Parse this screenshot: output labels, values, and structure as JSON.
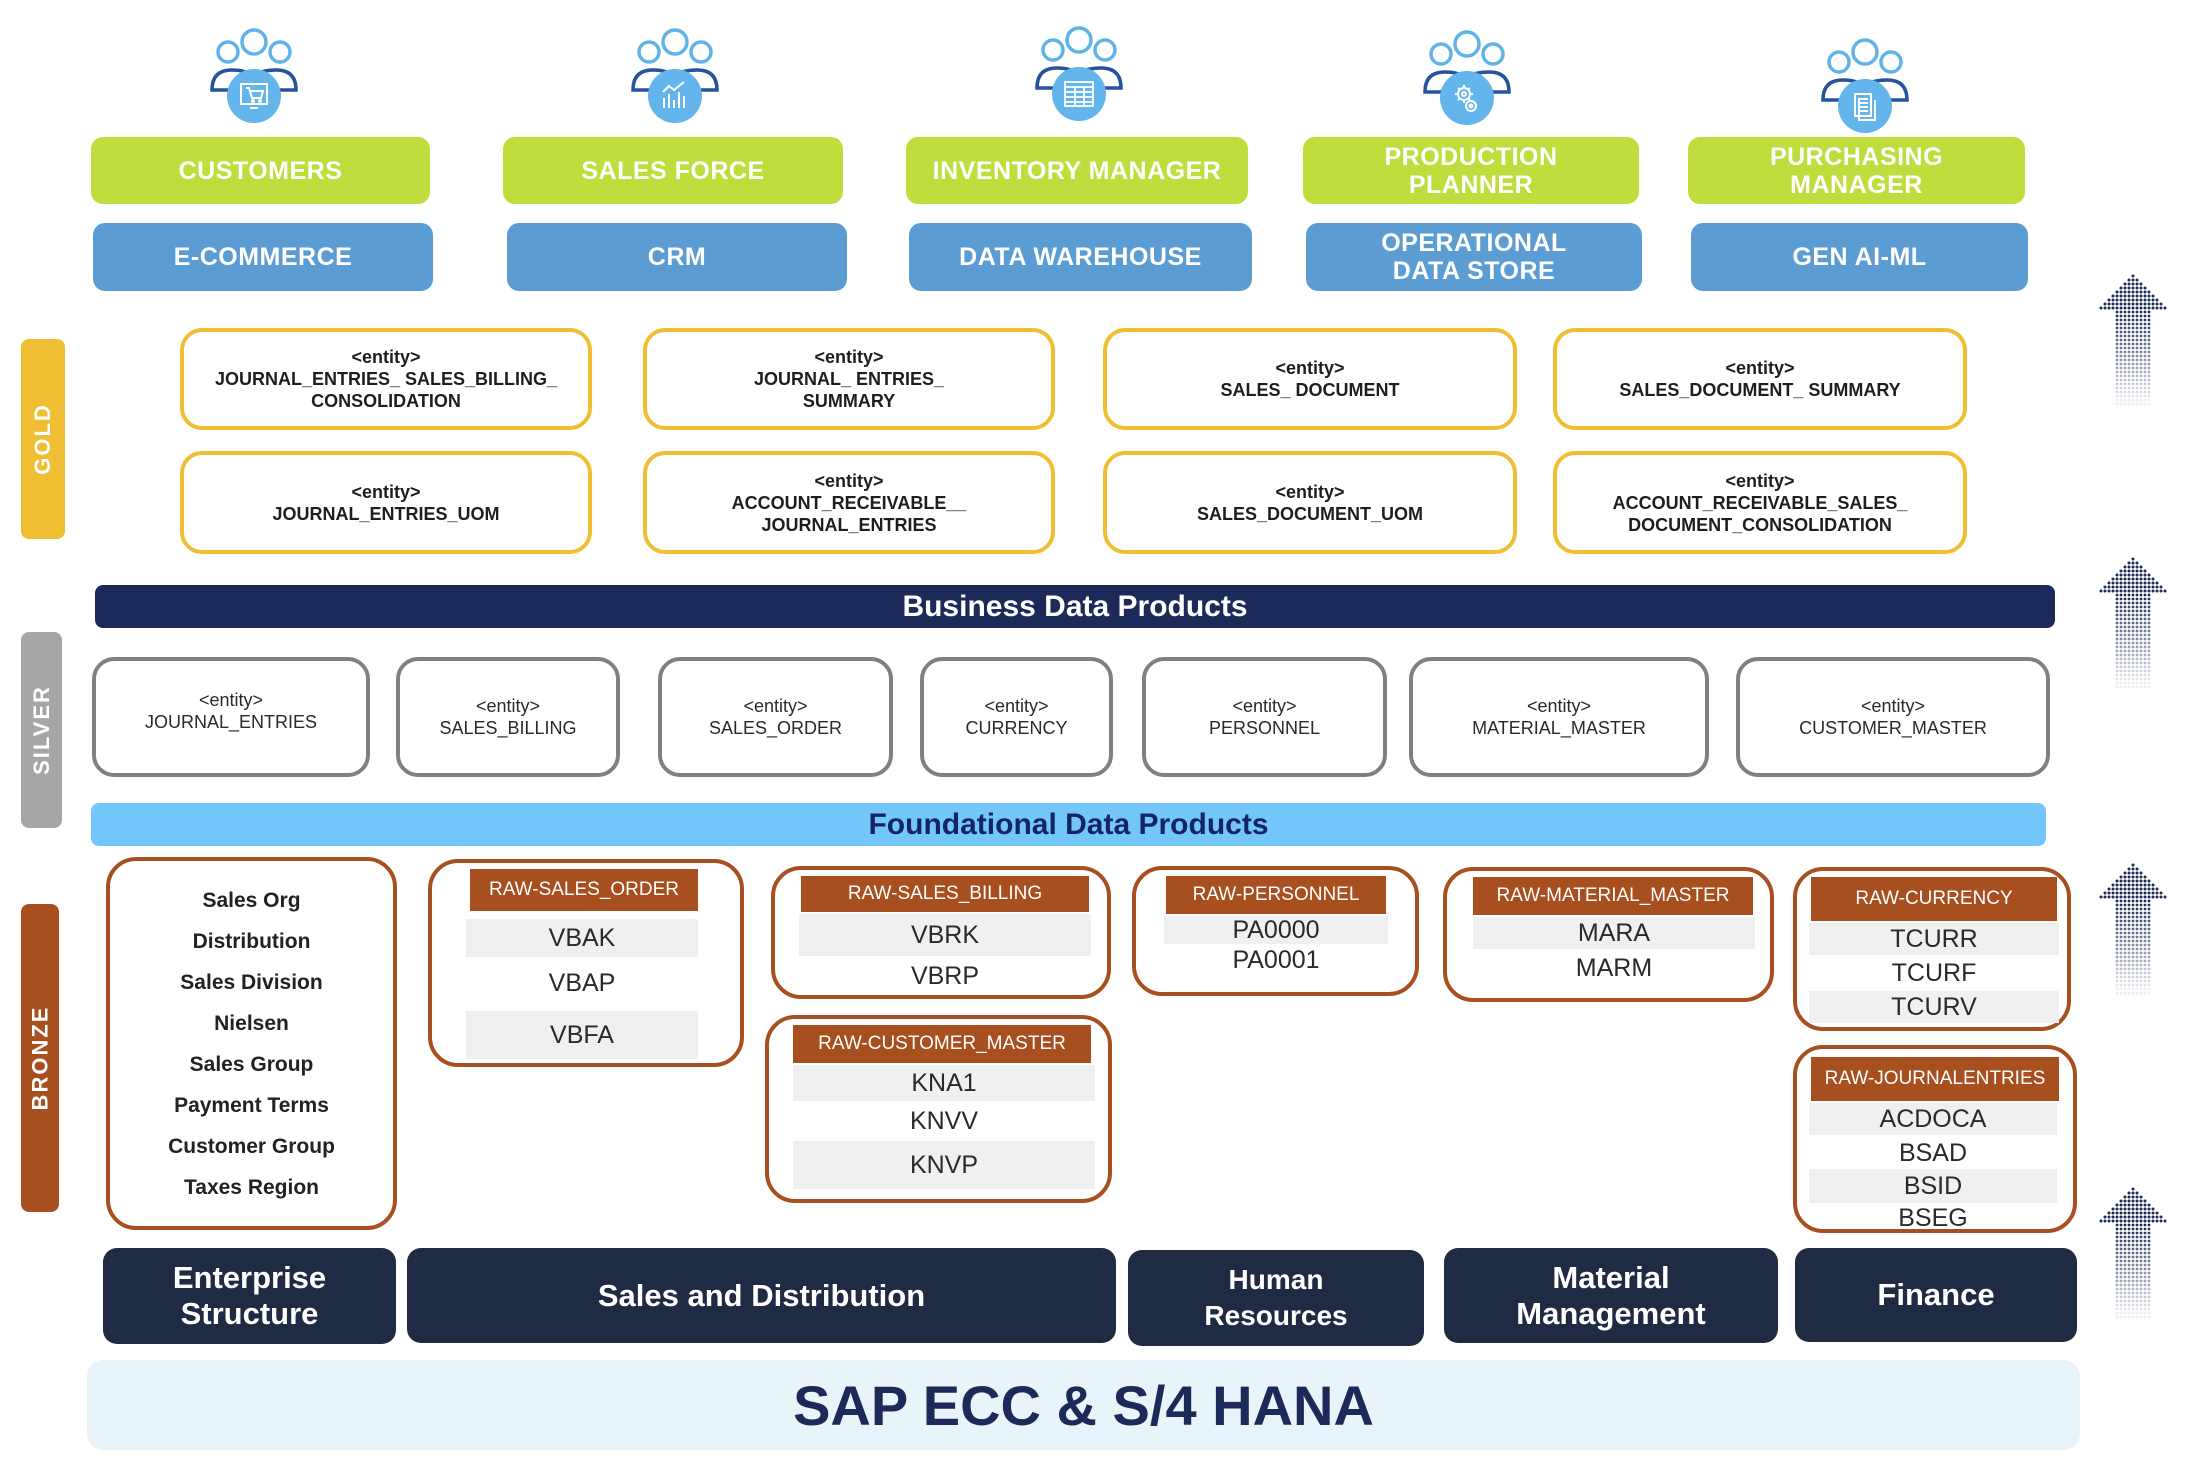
{
  "personas": [
    {
      "role": "CUSTOMERS",
      "system": "E-COMMERCE",
      "icon": "shopping-cart-monitor-icon"
    },
    {
      "role": "SALES FORCE",
      "system": "CRM",
      "icon": "bar-chart-icon"
    },
    {
      "role": "INVENTORY MANAGER",
      "system": "DATA WAREHOUSE",
      "icon": "table-icon"
    },
    {
      "role": "PRODUCTION PLANNER",
      "system": "OPERATIONAL DATA STORE",
      "icon": "gears-icon"
    },
    {
      "role": "PURCHASING MANAGER",
      "system": "GEN AI-ML",
      "icon": "documents-icon"
    }
  ],
  "layers": {
    "gold": {
      "label": "GOLD",
      "color": "#F0BE32",
      "entities": [
        {
          "tag": "<entity>",
          "name": "JOURNAL_ENTRIES_ SALES_BILLING_ CONSOLIDATION"
        },
        {
          "tag": "<entity>",
          "name": "JOURNAL_ ENTRIES_ SUMMARY"
        },
        {
          "tag": "<entity>",
          "name": "SALES_ DOCUMENT"
        },
        {
          "tag": "<entity>",
          "name": "SALES_DOCUMENT_ SUMMARY"
        },
        {
          "tag": "<entity>",
          "name": "JOURNAL_ENTRIES_UOM"
        },
        {
          "tag": "<entity>",
          "name": "ACCOUNT_RECEIVABLE__ JOURNAL_ENTRIES"
        },
        {
          "tag": "<entity>",
          "name": "SALES_DOCUMENT_UOM"
        },
        {
          "tag": "<entity>",
          "name": "ACCOUNT_RECEIVABLE_SALES_ DOCUMENT_CONSOLIDATION"
        }
      ]
    },
    "business_band": "Business Data Products",
    "silver": {
      "label": "SILVER",
      "color": "#A6A6A6",
      "entities": [
        {
          "tag": "<entity>",
          "name": "JOURNAL_ENTRIES"
        },
        {
          "tag": "<entity>",
          "name": "SALES_BILLING"
        },
        {
          "tag": "<entity>",
          "name": "SALES_ORDER"
        },
        {
          "tag": "<entity>",
          "name": "CURRENCY"
        },
        {
          "tag": "<entity>",
          "name": "PERSONNEL"
        },
        {
          "tag": "<entity>",
          "name": "MATERIAL_MASTER"
        },
        {
          "tag": "<entity>",
          "name": "CUSTOMER_MASTER"
        }
      ]
    },
    "foundational_band": "Foundational Data Products",
    "bronze": {
      "label": "BRONZE",
      "color": "#A84F20",
      "enterprise_items": [
        "Sales Org",
        "Distribution",
        "Sales Division",
        "Nielsen",
        "Sales Group",
        "Payment Terms",
        "Customer Group",
        "Taxes Region"
      ],
      "raw_tables": [
        {
          "title": "RAW-SALES_ORDER",
          "tables": [
            "VBAK",
            "VBAP",
            "VBFA"
          ]
        },
        {
          "title": "RAW-SALES_BILLING",
          "tables": [
            "VBRK",
            "VBRP"
          ]
        },
        {
          "title": "RAW-CUSTOMER_MASTER",
          "tables": [
            "KNA1",
            "KNVV",
            "KNVP"
          ]
        },
        {
          "title": "RAW-PERSONNEL",
          "tables": [
            "PA0000",
            "PA0001"
          ]
        },
        {
          "title": "RAW-MATERIAL_MASTER",
          "tables": [
            "MARA",
            "MARM"
          ]
        },
        {
          "title": "RAW-CURRENCY",
          "tables": [
            "TCURR",
            "TCURF",
            "TCURV"
          ]
        },
        {
          "title": "RAW-JOURNALENTRIES",
          "tables": [
            "ACDOCA",
            "BSAD",
            "BSID",
            "BSEG"
          ]
        }
      ]
    }
  },
  "modules": [
    "Enterprise Structure",
    "Sales and Distribution",
    "Human Resources",
    "Material Management",
    "Finance"
  ],
  "source_system": "SAP ECC & S/4 HANA",
  "colors": {
    "persona_green": "#BFDE3D",
    "system_blue": "#5B9CD3",
    "navy": "#1B2A58",
    "module_navy": "#1F2B42",
    "light_blue_band": "#72C6FA",
    "bronze": "#A84F20"
  }
}
